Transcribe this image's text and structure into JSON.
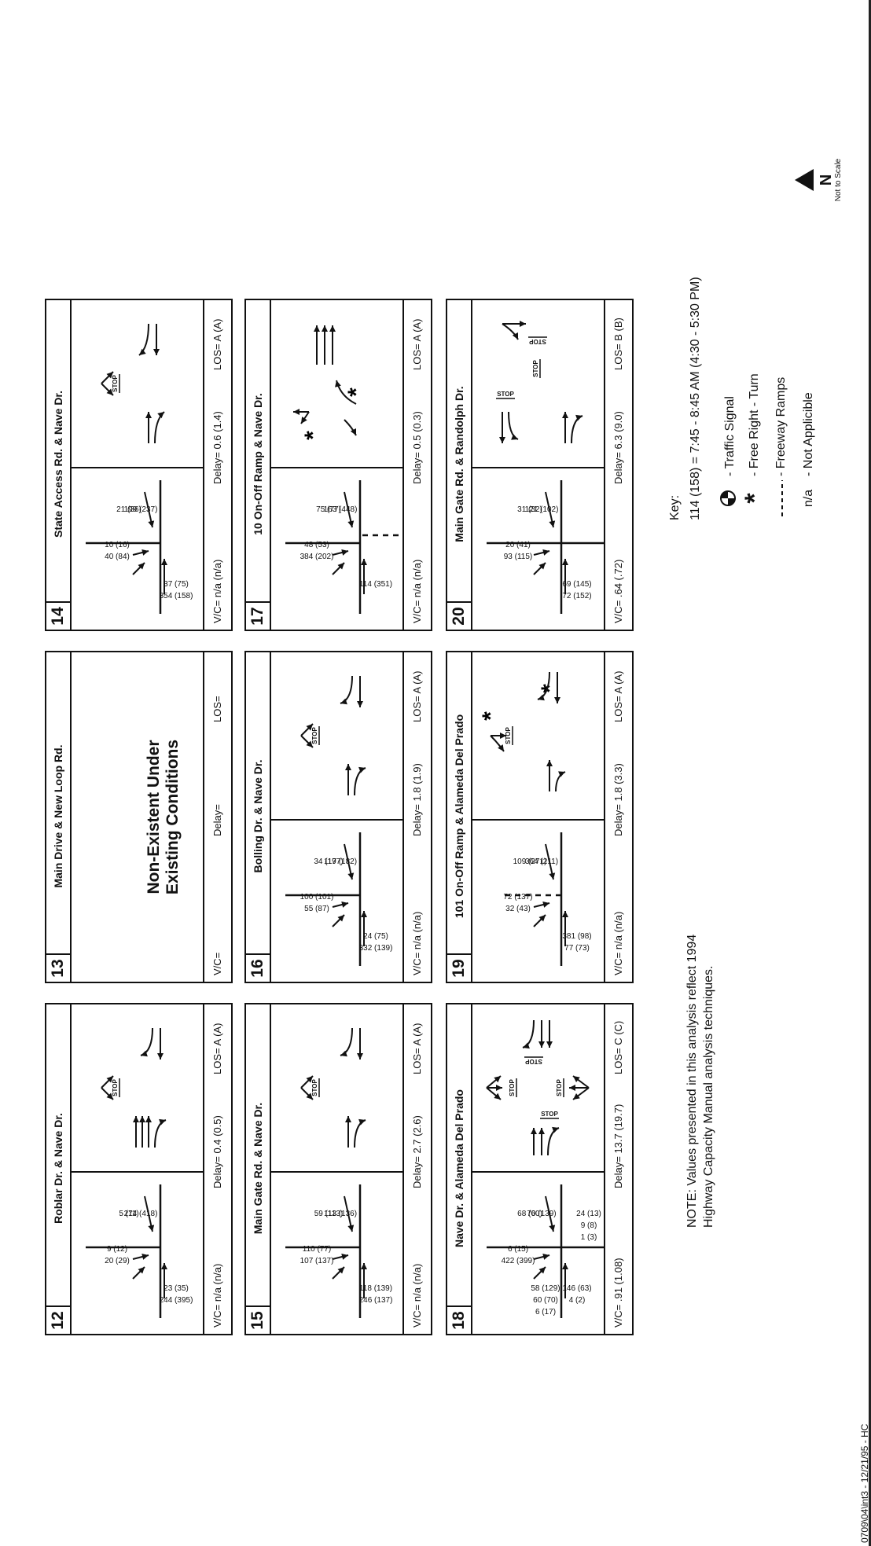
{
  "panels": [
    {
      "num": "12",
      "title": "Roblar Dr. & Nave Dr.",
      "vc": "V/C= n/a (n/a)",
      "delay": "Delay= 0.4 (0.5)",
      "los": "LOS= A (A)",
      "volumes": [
        "20 (29)",
        "9 (12)",
        "274 (418)",
        "5 (11)",
        "23 (35)",
        "244 (395)"
      ]
    },
    {
      "num": "13",
      "title": "Main Drive & New Loop Rd.",
      "vc": "V/C=",
      "delay": "Delay=",
      "los": "LOS=",
      "note_line1": "Non-Existent Under",
      "note_line2": "Existing Conditions"
    },
    {
      "num": "14",
      "title": "State Access Rd. & Nave Dr.",
      "vc": "V/C= n/a (n/a)",
      "delay": "Delay= 0.6 (1.4)",
      "los": "LOS= A (A)",
      "volumes": [
        "40 (84)",
        "10 (16)",
        "199 (237)",
        "21 (36)",
        "37 (75)",
        "354 (158)"
      ]
    },
    {
      "num": "15",
      "title": "Main Gate Rd. & Nave Dr.",
      "vc": "V/C= n/a (n/a)",
      "delay": "Delay= 2.7 (2.6)",
      "los": "LOS= A (A)",
      "volumes": [
        "107 (137)",
        "110 (77)",
        "113 (136)",
        "59 (113)",
        "118 (139)",
        "246 (137)"
      ]
    },
    {
      "num": "16",
      "title": "Bolling Dr. & Nave Dr.",
      "vc": "V/C= n/a (n/a)",
      "delay": "Delay= 1.8 (1.9)",
      "los": "LOS= A (A)",
      "volumes": [
        "55 (87)",
        "100 (101)",
        "117 (182)",
        "34 (197)",
        "24 (75)",
        "332 (139)"
      ]
    },
    {
      "num": "17",
      "title": "10 On-Off Ramp & Nave Dr.",
      "vc": "V/C= n/a (n/a)",
      "delay": "Delay= 0.5 (0.3)",
      "los": "LOS= A (A)",
      "volumes": [
        "384 (202)",
        "48 (53)",
        "163 (448)",
        "75 (77)",
        "114 (351)"
      ]
    },
    {
      "num": "18",
      "title": "Nave Dr. & Alameda Del Prado",
      "vc": "V/C= .91 (1.08)",
      "delay": "Delay= 13.7 (19.7)",
      "los": "LOS= C (C)",
      "volumes": [
        "422 (399)",
        "6 (15)",
        "70 (139)",
        "68 (60)",
        "146 (63)",
        "4 (2)",
        "24 (13)",
        "9 (8)",
        "1 (3)",
        "58 (129)",
        "60 (70)",
        "6 (17)"
      ]
    },
    {
      "num": "19",
      "title": "101 On-Off Ramp & Alameda Del Prado",
      "vc": "V/C= n/a (n/a)",
      "delay": "Delay= 1.8 (3.3)",
      "los": "LOS= A (A)",
      "volumes": [
        "32 (43)",
        "72 (137)",
        "364 (211)",
        "109 (271)",
        "381 (98)",
        "77 (73)"
      ]
    },
    {
      "num": "20",
      "title": "Main Gate Rd. & Randolph Dr.",
      "vc": "V/C= .64 (.72)",
      "delay": "Delay= 6.3 (9.0)",
      "los": "LOS= B (B)",
      "volumes": [
        "93 (115)",
        "20 (41)",
        "121 (102)",
        "31 (32)",
        "69 (145)",
        "72 (152)"
      ]
    }
  ],
  "stop_label": "STOP",
  "note": {
    "line1": "NOTE: Values presented in this analysis reflect 1994",
    "line2": "Highway Capacity Manual analysis techniques."
  },
  "key": {
    "title": "Key:",
    "example": "114 (158) =   7:45 - 8:45 AM  (4:30 - 5:30 PM)",
    "items": [
      {
        "sym": "traffic-signal-icon",
        "label": "- Traffic Signal"
      },
      {
        "sym": "asterisk",
        "label": "- Free Right - Turn"
      },
      {
        "sym": "dashes",
        "label": "- Freeway Ramps"
      },
      {
        "sym": "n/a",
        "label": "- Not Applicible"
      }
    ]
  },
  "north": {
    "letter": "N",
    "caption": "Not to Scale"
  },
  "footer_code": "0709\\04\\int3 - 12/21/95 - HC"
}
